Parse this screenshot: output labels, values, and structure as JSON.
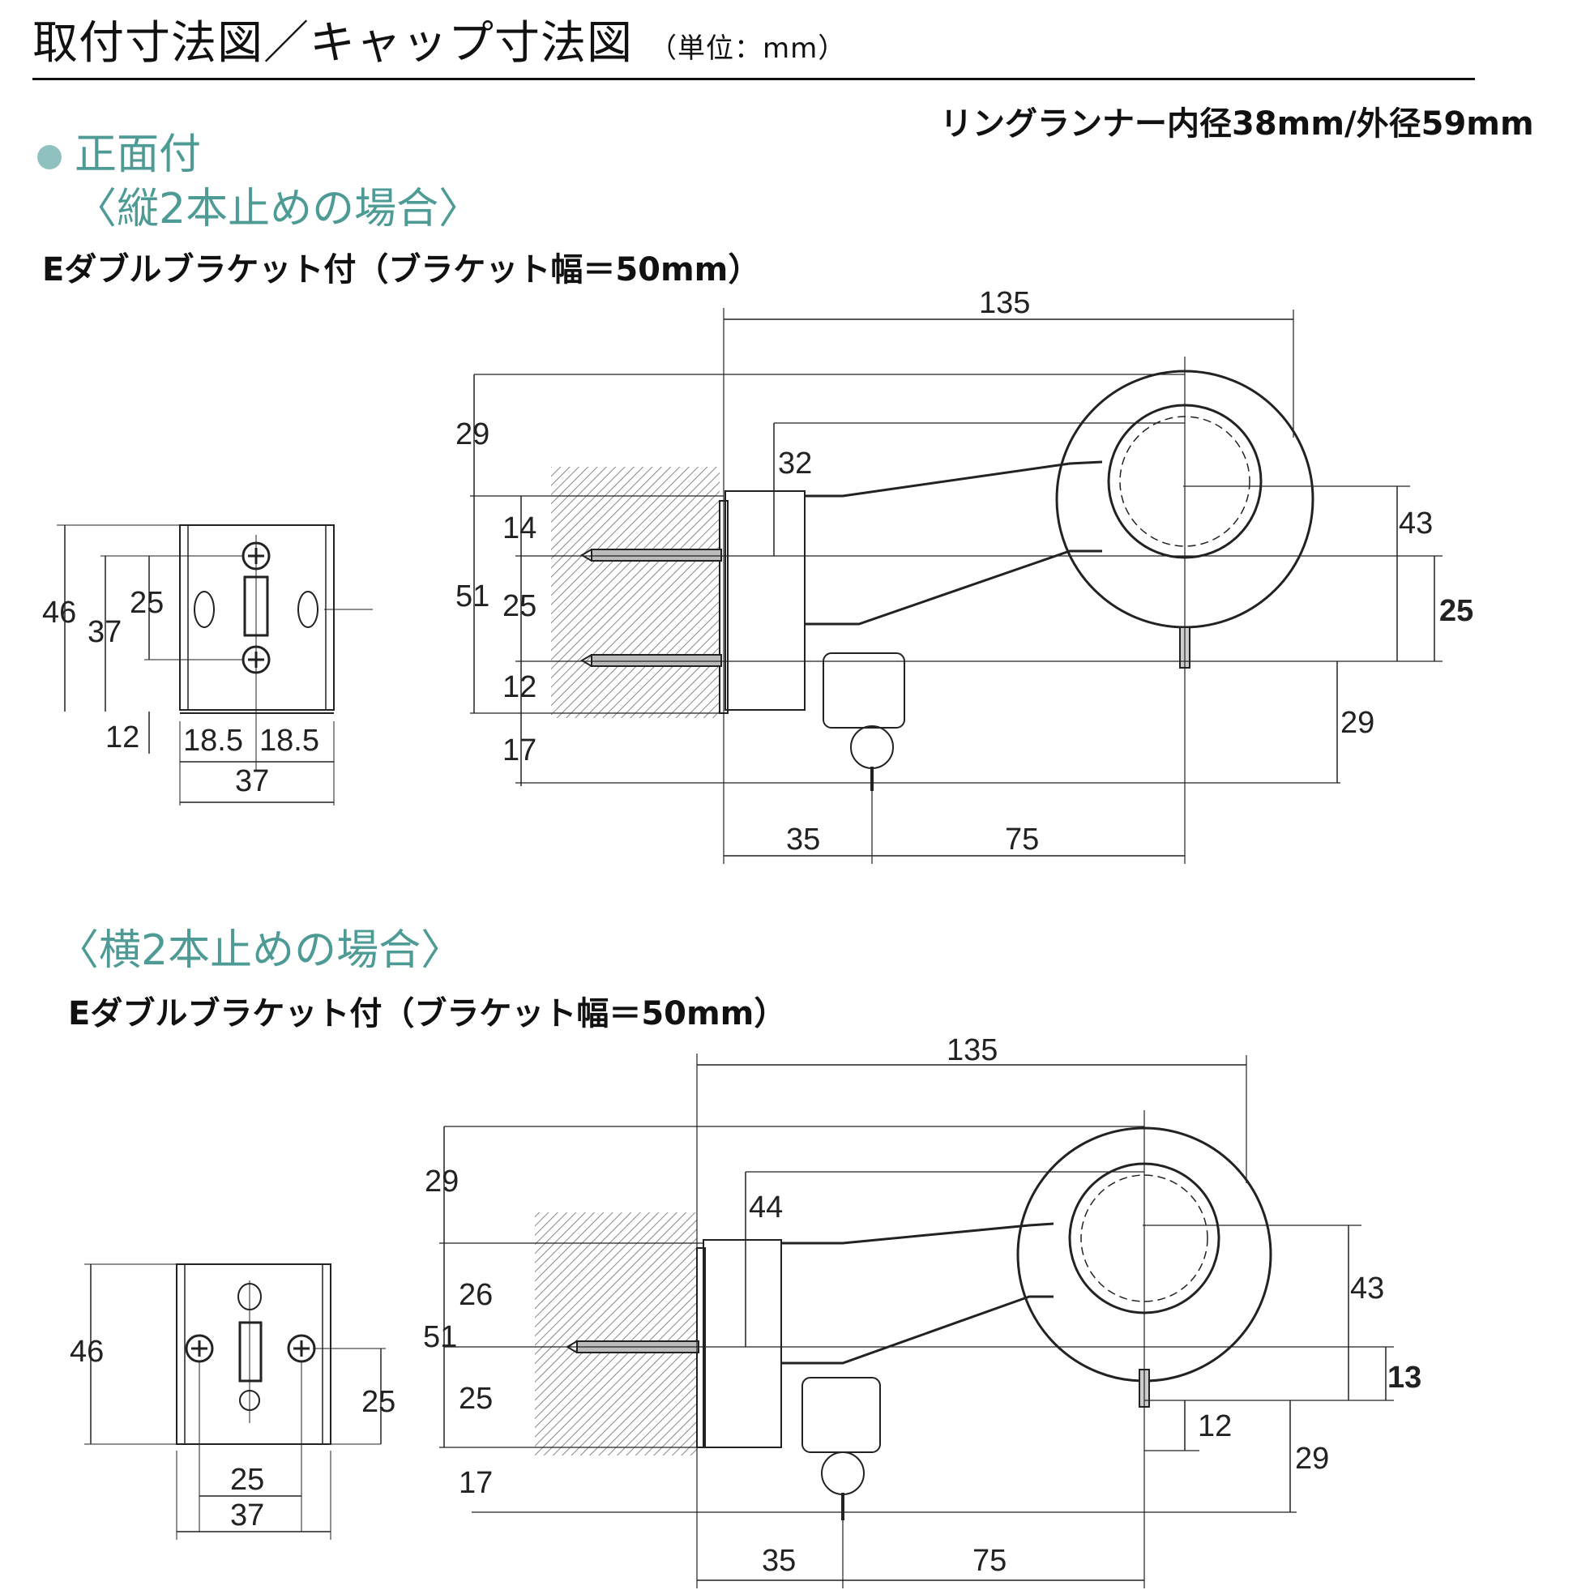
{
  "title": "取付寸法図／キャップ寸法図",
  "unit": "（単位：mm）",
  "ring_note": "リングランナー内径38mm/外径59mm",
  "section_front": "正面付",
  "case_vertical": "〈縦2本止めの場合〉",
  "case_horizontal": "〈横2本止めの場合〉",
  "bracket_label": "Eダブルブラケット付（ブラケット幅＝50mm）",
  "top": {
    "front": {
      "h_total": "46",
      "h_screw": "37",
      "pitch": "25",
      "bottom": "12",
      "half_left": "18.5",
      "half_right": "18.5",
      "width": "37"
    },
    "side": {
      "total_width": "135",
      "top_offset": "29",
      "rod_depth": "32",
      "upper": "14",
      "height": "51",
      "pitch": "25",
      "lower": "12",
      "bottom": "17",
      "ring_height": "43",
      "ring_drop": "25",
      "right_drop": "29",
      "runner_x": "35",
      "ring_x": "75"
    }
  },
  "bottom": {
    "front": {
      "height": "46",
      "pitch_v": "25",
      "pitch_h": "25",
      "width": "37"
    },
    "side": {
      "total_width": "135",
      "top_offset": "29",
      "rod_depth": "44",
      "upper": "26",
      "height": "51",
      "lower": "25",
      "bottom": "17",
      "ring_height": "43",
      "ring_drop": "13",
      "pin": "12",
      "right_drop": "29",
      "runner_x": "35",
      "ring_x": "75"
    }
  }
}
